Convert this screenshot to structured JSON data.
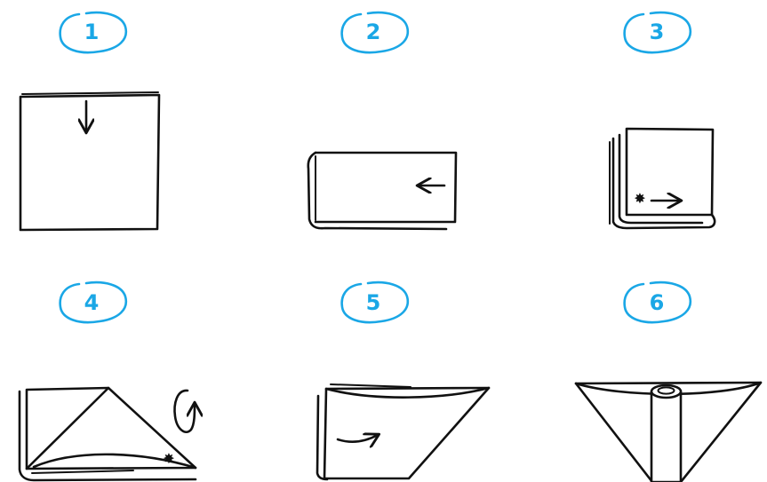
{
  "colors": {
    "accent": "#1aa7e6",
    "ink": "#111111",
    "background": "#ffffff"
  },
  "steps": [
    {
      "number": "1",
      "arrow": "down-arrow"
    },
    {
      "number": "2",
      "arrow": "left-arrow"
    },
    {
      "number": "3",
      "arrow": "right-arrow",
      "marker": "star"
    },
    {
      "number": "4",
      "arrow": "rotate-arrow",
      "marker": "star"
    },
    {
      "number": "5",
      "arrow": "curved-arrow"
    },
    {
      "number": "6"
    }
  ]
}
